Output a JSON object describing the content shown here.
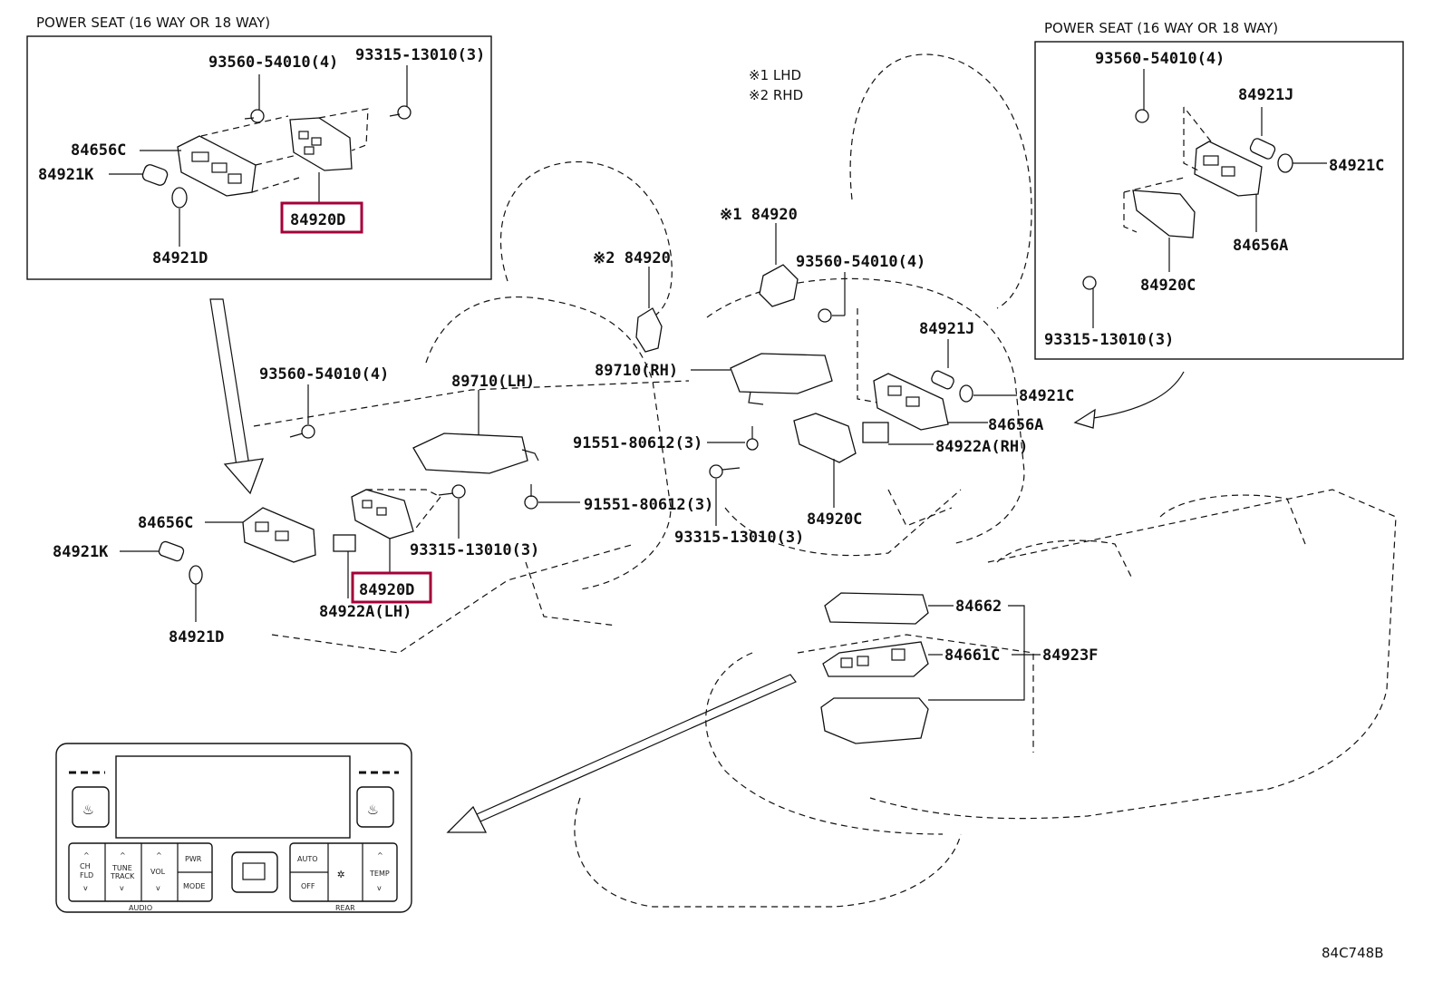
{
  "headers": {
    "left": "POWER SEAT (16 WAY  OR  18 WAY)",
    "right": "POWER SEAT (16 WAY  OR  18 WAY)"
  },
  "notes": {
    "lhd": "※1  LHD",
    "rhd": "※2  RHD"
  },
  "parts": {
    "l_93560": "93560-54010(4)",
    "l_93315": "93315-13010(3)",
    "l_84656C": "84656C",
    "l_84921K": "84921K",
    "l_84920D": "84920D",
    "l_84921D": "84921D",
    "r_93560": "93560-54010(4)",
    "r_84921J": "84921J",
    "r_84921C": "84921C",
    "r_84656A": "84656A",
    "r_84920C": "84920C",
    "r_93315": "93315-13010(3)",
    "m_84920_1": "※1 84920",
    "m_84920_2": "※2 84920",
    "m_93560_r": "93560-54010(4)",
    "m_89710rh": "89710(RH)",
    "m_84921J": "84921J",
    "m_84921C": "84921C",
    "m_84656A": "84656A",
    "m_91551_a": "91551-80612(3)",
    "m_84922a_rh": "84922A(RH)",
    "m_84920C": "84920C",
    "m_93315_m": "93315-13010(3)",
    "m_91551_b": "91551-80612(3)",
    "m_93560_l": "93560-54010(4)",
    "m_89710lh": "89710(LH)",
    "m_84656C": "84656C",
    "m_84921K": "84921K",
    "m_93315_l": "93315-13010(3)",
    "m_84920D": "84920D",
    "m_84922a_lh": "84922A(LH)",
    "m_84921D": "84921D",
    "m_84662": "84662",
    "m_84661C": "84661C",
    "m_84923F": "84923F"
  },
  "panel": {
    "ch_fld": "CH\nFLD",
    "tune_track": "TUNE\nTRACK",
    "vol": "VOL",
    "pwr": "PWR",
    "mode": "MODE",
    "auto": "AUTO",
    "off": "OFF",
    "temp": "TEMP",
    "audio": "AUDIO",
    "rear": "REAR"
  },
  "diagram_code": "84C748B",
  "highlight_color": "#a4003a"
}
